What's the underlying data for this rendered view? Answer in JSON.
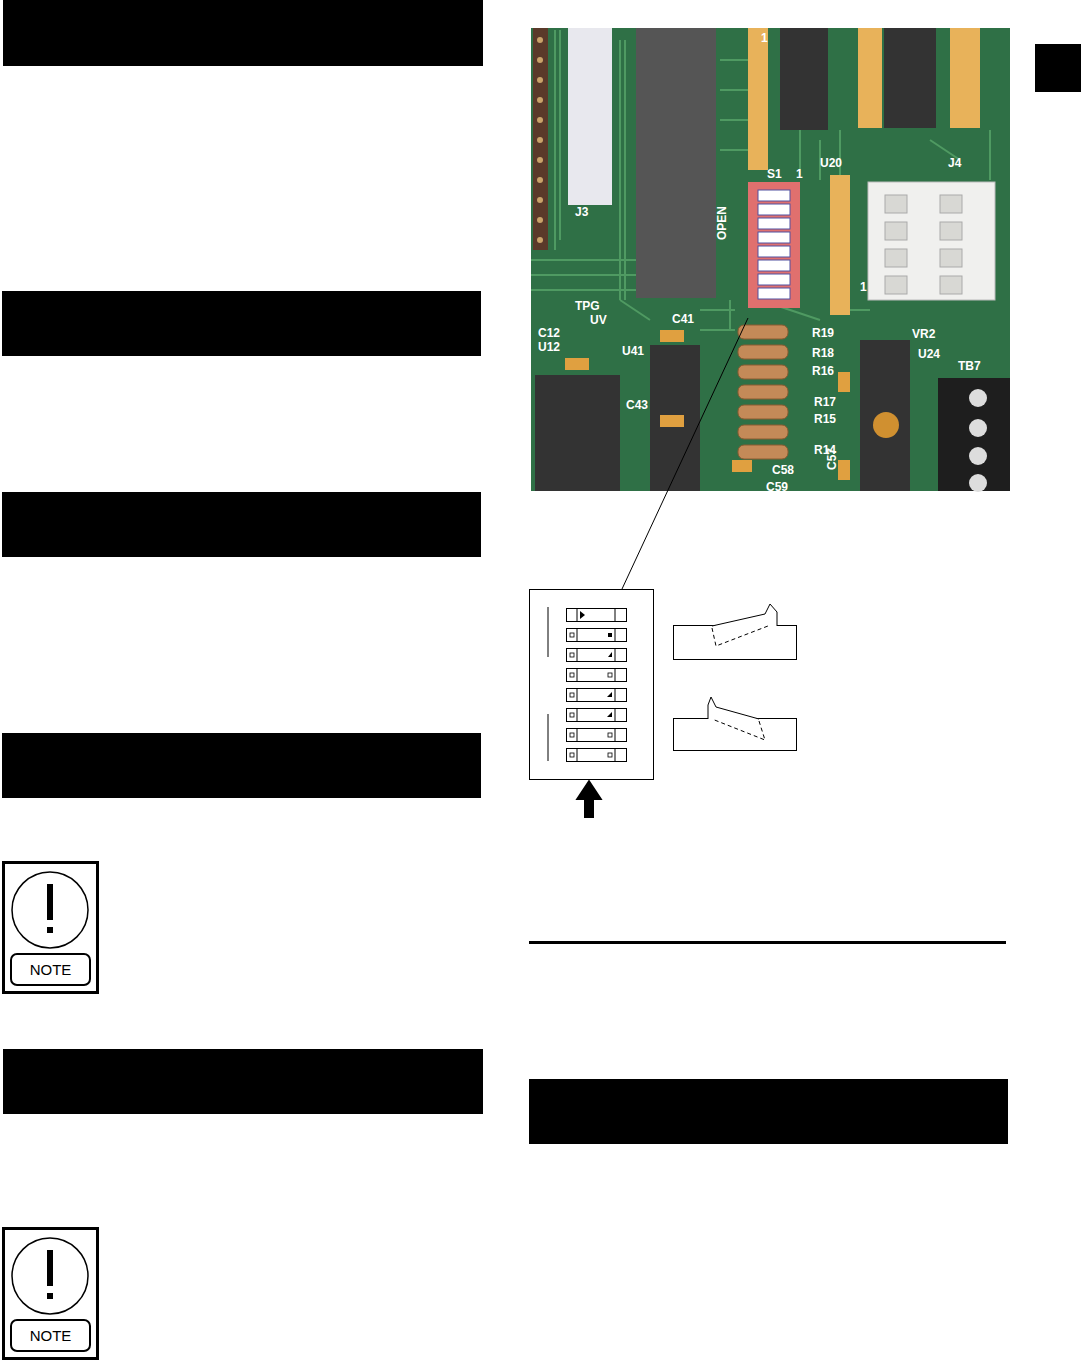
{
  "diagram": {
    "nodes": [
      {
        "text": [
          "NOTE"
        ]
      },
      {
        "text": [
          "NOTE"
        ]
      }
    ],
    "labels": [
      "1",
      "J3",
      "S1",
      "1",
      "U20",
      "J4",
      "OPEN",
      "1",
      "TPG",
      "UV",
      "C41",
      "C12",
      "U12",
      "U41",
      "C43",
      "R19",
      "R18",
      "R16",
      "R17",
      "R15",
      "R14",
      "C58",
      "C59",
      "VR2",
      "U24",
      "TB7",
      "C57"
    ]
  }
}
